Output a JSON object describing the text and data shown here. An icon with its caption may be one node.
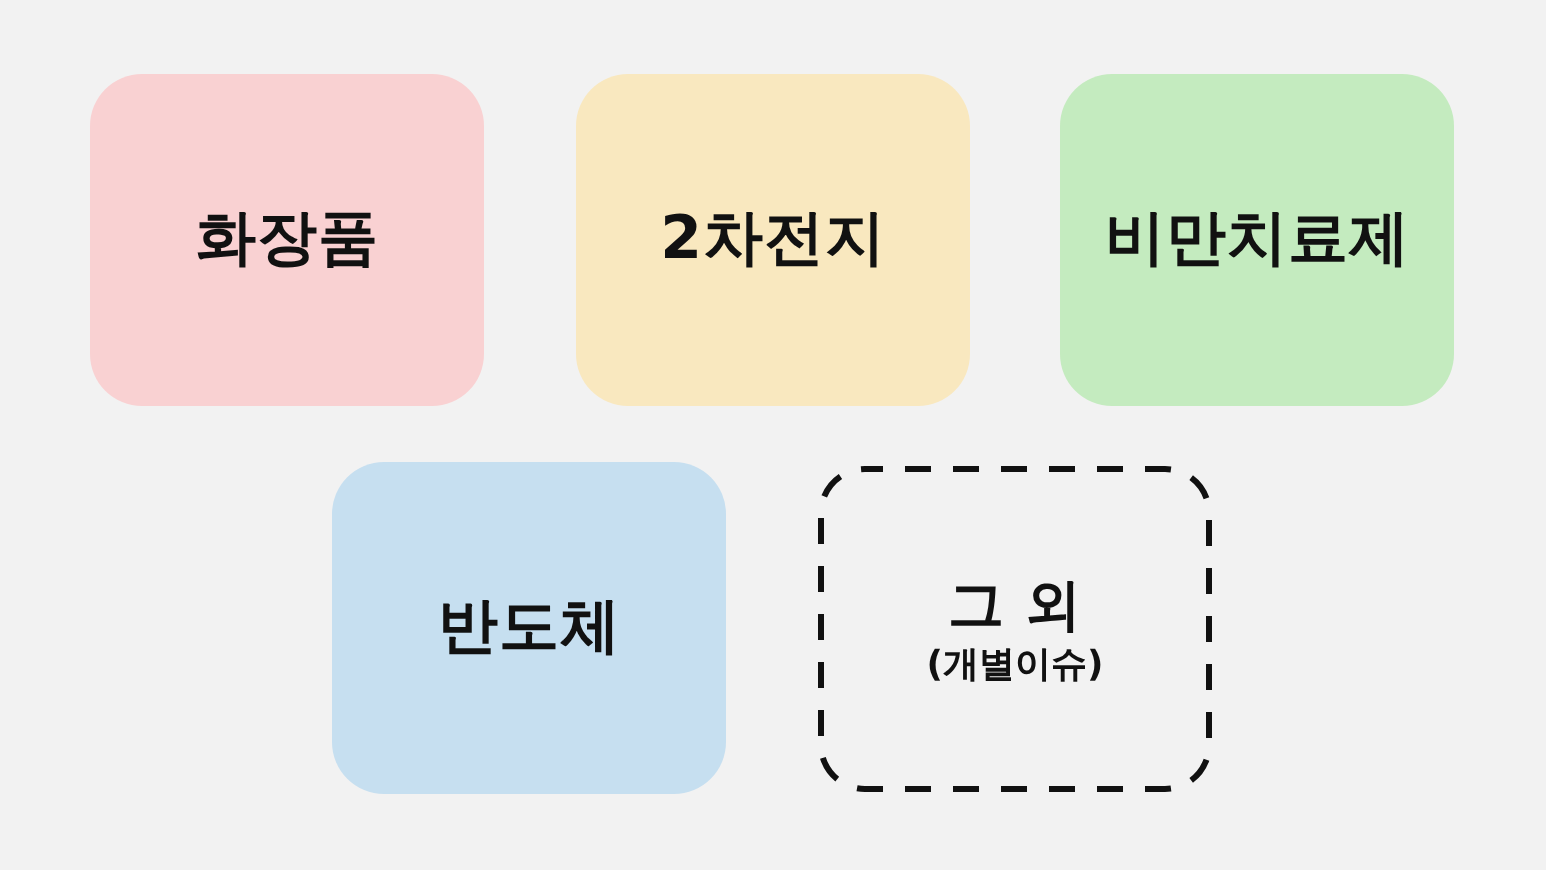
{
  "diagram": {
    "nodes": [
      {
        "text": [
          "화장품"
        ]
      },
      {
        "text": [
          "2차전지"
        ]
      },
      {
        "text": [
          "비만치료제"
        ]
      },
      {
        "text": [
          "반도체"
        ]
      },
      {
        "text": [
          "그 외",
          "(개별이슈)"
        ]
      }
    ]
  }
}
